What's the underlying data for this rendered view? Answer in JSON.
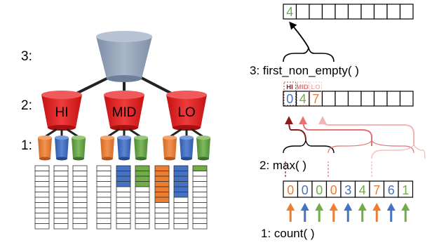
{
  "left": {
    "level_labels": [
      "3:",
      "2:",
      "1:"
    ],
    "queue_labels": [
      "HI",
      "MID",
      "LO"
    ],
    "colors": {
      "root_bucket": "#8fa0b6",
      "queue_bucket": "#e01b1b",
      "flow_orange": "#ed7d31",
      "flow_blue": "#4472c4",
      "flow_green": "#70ad47"
    },
    "flow_buckets": [
      "orange",
      "blue",
      "green",
      "orange",
      "blue",
      "green",
      "orange",
      "blue",
      "green"
    ],
    "fill_levels": [
      0,
      0,
      0,
      0,
      4,
      4,
      7,
      6,
      1
    ]
  },
  "right": {
    "functions": [
      "3: first_non_empty(  )",
      "2: max(  )",
      "1: count(  )"
    ],
    "top_array": [
      "4",
      "",
      "",
      "",
      "",
      "",
      "",
      "",
      "",
      ""
    ],
    "mid_array": [
      "0",
      "4",
      "7",
      "",
      "",
      "",
      "",
      "",
      "",
      ""
    ],
    "mid_headers": [
      "HI",
      "MID",
      "LO"
    ],
    "bottom_array": [
      "0",
      "0",
      "0",
      "0",
      "3",
      "4",
      "7",
      "6",
      "1"
    ],
    "bottom_colors": [
      "orange",
      "blue",
      "green",
      "orange",
      "blue",
      "green",
      "orange",
      "blue",
      "green"
    ],
    "colors": {
      "hi": "#8b1a1a",
      "mid": "#e57373",
      "lo": "#f4b4b4",
      "grid": "#000000"
    }
  }
}
